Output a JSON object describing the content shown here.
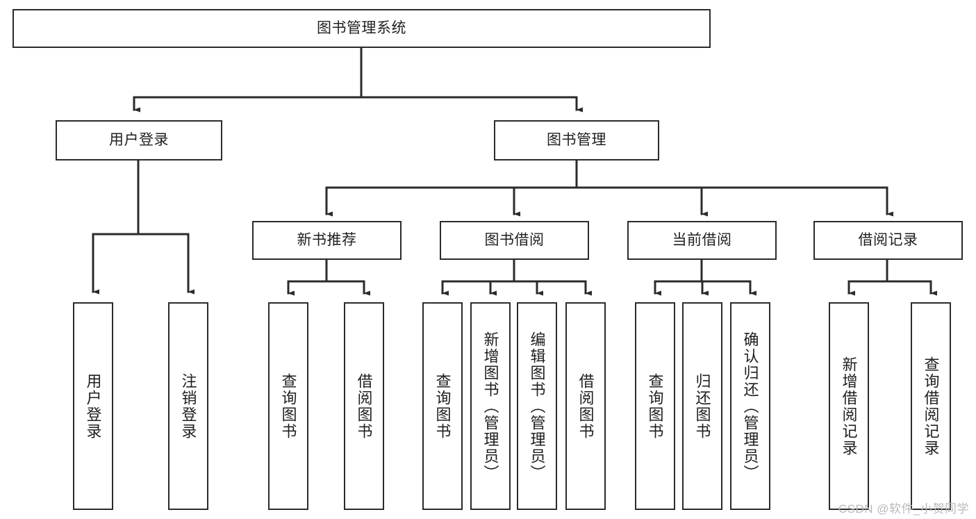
{
  "diagram": {
    "type": "tree-hierarchy",
    "title": "图书管理系统",
    "watermark": "CSDN @软件_小贺同学",
    "colors": {
      "box_border": "#2b2b2b",
      "box_fill": "#ffffff",
      "connector": "#2b2b2b",
      "text": "#1f1f1f",
      "watermark": "#b9b9b9",
      "background": "#ffffff"
    },
    "nodes": {
      "root": {
        "label": "图书管理系统"
      },
      "level2": [
        {
          "id": "user-login",
          "label": "用户登录"
        },
        {
          "id": "book-manage",
          "label": "图书管理"
        }
      ],
      "level3": [
        {
          "id": "new-book-recommend",
          "label": "新书推荐"
        },
        {
          "id": "book-borrow",
          "label": "图书借阅"
        },
        {
          "id": "current-borrow",
          "label": "当前借阅"
        },
        {
          "id": "borrow-record",
          "label": "借阅记录"
        }
      ],
      "leaves": {
        "user_login": [
          {
            "id": "leaf-user-login",
            "label": "用户登录"
          },
          {
            "id": "leaf-logout-login",
            "label": "注销登录"
          }
        ],
        "new_book_recommend": [
          {
            "id": "leaf-query-book-1",
            "label": "查询图书"
          },
          {
            "id": "leaf-borrow-book-1",
            "label": "借阅图书"
          }
        ],
        "book_borrow": [
          {
            "id": "leaf-query-book-2",
            "label": "查询图书"
          },
          {
            "id": "leaf-add-book",
            "label": "新增图书（管理员）"
          },
          {
            "id": "leaf-edit-book",
            "label": "编辑图书（管理员）"
          },
          {
            "id": "leaf-borrow-book-2",
            "label": "借阅图书"
          }
        ],
        "current_borrow": [
          {
            "id": "leaf-query-book-3",
            "label": "查询图书"
          },
          {
            "id": "leaf-return-book",
            "label": "归还图书"
          },
          {
            "id": "leaf-confirm-return",
            "label": "确认归还（管理员）"
          }
        ],
        "borrow_record": [
          {
            "id": "leaf-add-record",
            "label": "新增借阅记录"
          },
          {
            "id": "leaf-query-record",
            "label": "查询借阅记录"
          }
        ]
      }
    }
  }
}
